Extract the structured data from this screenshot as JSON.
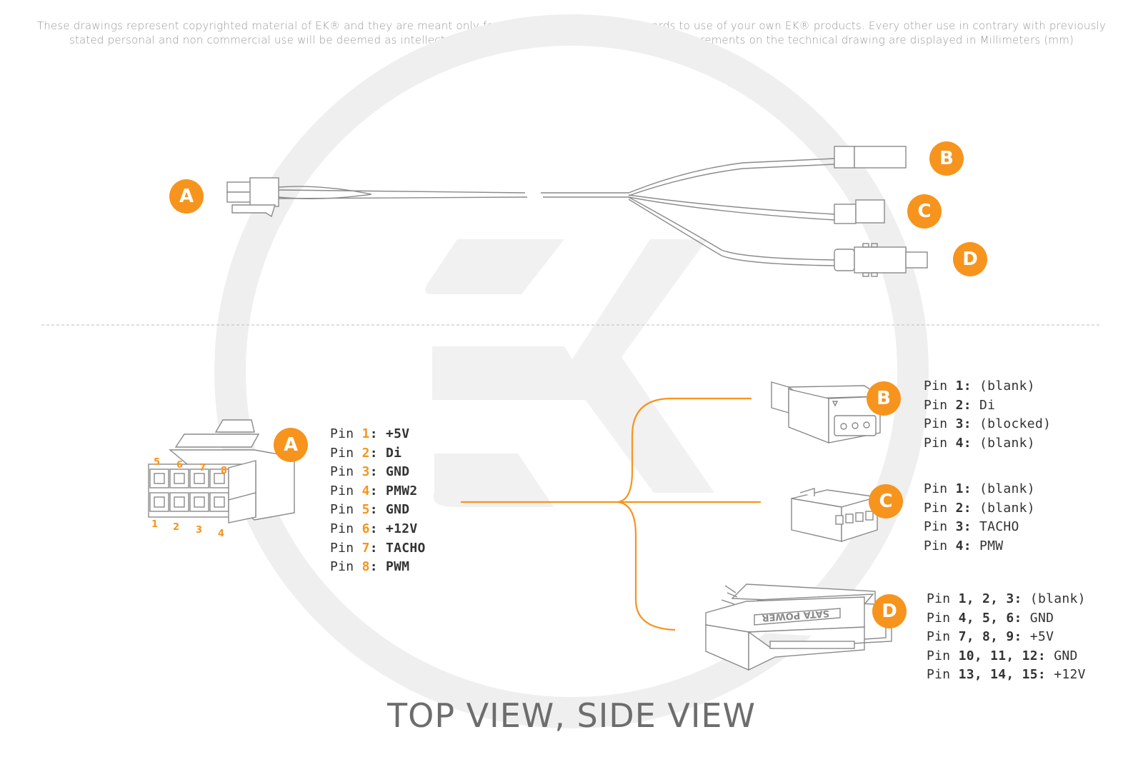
{
  "disclaimer": {
    "line1": "These drawings represent copyrighted material of EK® and they are meant only for your personal use, with regards to use of  your own EK® products. Every other use in contrary with previously",
    "line2": "stated personal and non commercial use will be deemed as intellectual property rights infringement.All the measurements on the technical drawing are displayed in Millimeters (mm)"
  },
  "colors": {
    "accent": "#f7941d",
    "line": "#9a9a9a",
    "watermark": "#ececec"
  },
  "badges": {
    "a": "A",
    "b": "B",
    "c": "C",
    "d": "D"
  },
  "connector_a_pin_numbers": [
    "5",
    "6",
    "7",
    "8",
    "1",
    "2",
    "3",
    "4"
  ],
  "sata_label": "SATA POWER",
  "pins_a": [
    {
      "label": "Pin ",
      "num": "1",
      "value": ": +5V"
    },
    {
      "label": "Pin ",
      "num": "2",
      "value": ": Di"
    },
    {
      "label": "Pin ",
      "num": "3",
      "value": ": GND"
    },
    {
      "label": "Pin ",
      "num": "4",
      "value": ": PMW2"
    },
    {
      "label": "Pin ",
      "num": "5",
      "value": ": GND"
    },
    {
      "label": "Pin ",
      "num": "6",
      "value": ": +12V"
    },
    {
      "label": "Pin ",
      "num": "7",
      "value": ": TACHO"
    },
    {
      "label": "Pin ",
      "num": "8",
      "value": ": PWM"
    }
  ],
  "pins_b": [
    {
      "label": "Pin ",
      "num": "1:",
      "value": " (blank)"
    },
    {
      "label": "Pin ",
      "num": "2:",
      "value": " Di"
    },
    {
      "label": "Pin ",
      "num": "3:",
      "value": " (blocked)"
    },
    {
      "label": "Pin ",
      "num": "4:",
      "value": " (blank)"
    }
  ],
  "pins_c": [
    {
      "label": "Pin ",
      "num": "1:",
      "value": " (blank)"
    },
    {
      "label": "Pin ",
      "num": "2:",
      "value": " (blank)"
    },
    {
      "label": "Pin ",
      "num": "3:",
      "value": " TACHO"
    },
    {
      "label": "Pin ",
      "num": "4:",
      "value": " PMW"
    }
  ],
  "pins_d": [
    {
      "label": "Pin ",
      "num": "1, 2, 3:",
      "value": " (blank)"
    },
    {
      "label": "Pin ",
      "num": "4, 5, 6:",
      "value": " GND"
    },
    {
      "label": "Pin ",
      "num": "7, 8, 9:",
      "value": " +5V"
    },
    {
      "label": "Pin ",
      "num": "10, 11, 12:",
      "value": " GND"
    },
    {
      "label": "Pin ",
      "num": "13, 14, 15:",
      "value": " +12V"
    }
  ],
  "footer": "TOP VIEW, SIDE VIEW"
}
